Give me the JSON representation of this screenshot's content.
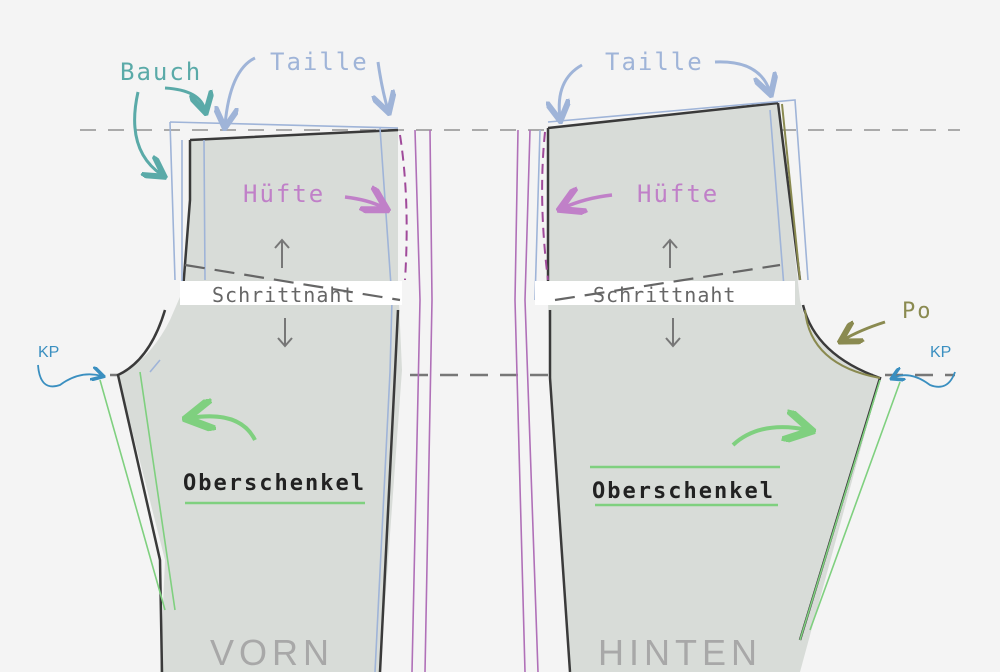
{
  "labels": {
    "left_taille": "Taille",
    "right_taille": "Taille",
    "bauch": "Bauch",
    "left_huefte": "Hüfte",
    "right_huefte": "Hüfte",
    "left_schrittnaht": "Schrittnaht",
    "right_schrittnaht": "Schrittnaht",
    "po": "Po",
    "left_kp": "KP",
    "right_kp": "KP",
    "left_oberschenkel": "Oberschenkel",
    "right_oberschenkel": "Oberschenkel",
    "vorn": "VORN",
    "hinten": "HINTEN"
  },
  "colors": {
    "background": "#f4f4f4",
    "piece_fill": "#d8dcd8",
    "outline": "#3a3a3a",
    "blue_line": "#9fb4d8",
    "green_line": "#7fd07f",
    "purple_line": "#b070b8",
    "teal": "#5aaaa8",
    "kp_blue": "#3a8fc0",
    "po_olive": "#8a8a50",
    "guide_dash": "#aaaaaa"
  }
}
